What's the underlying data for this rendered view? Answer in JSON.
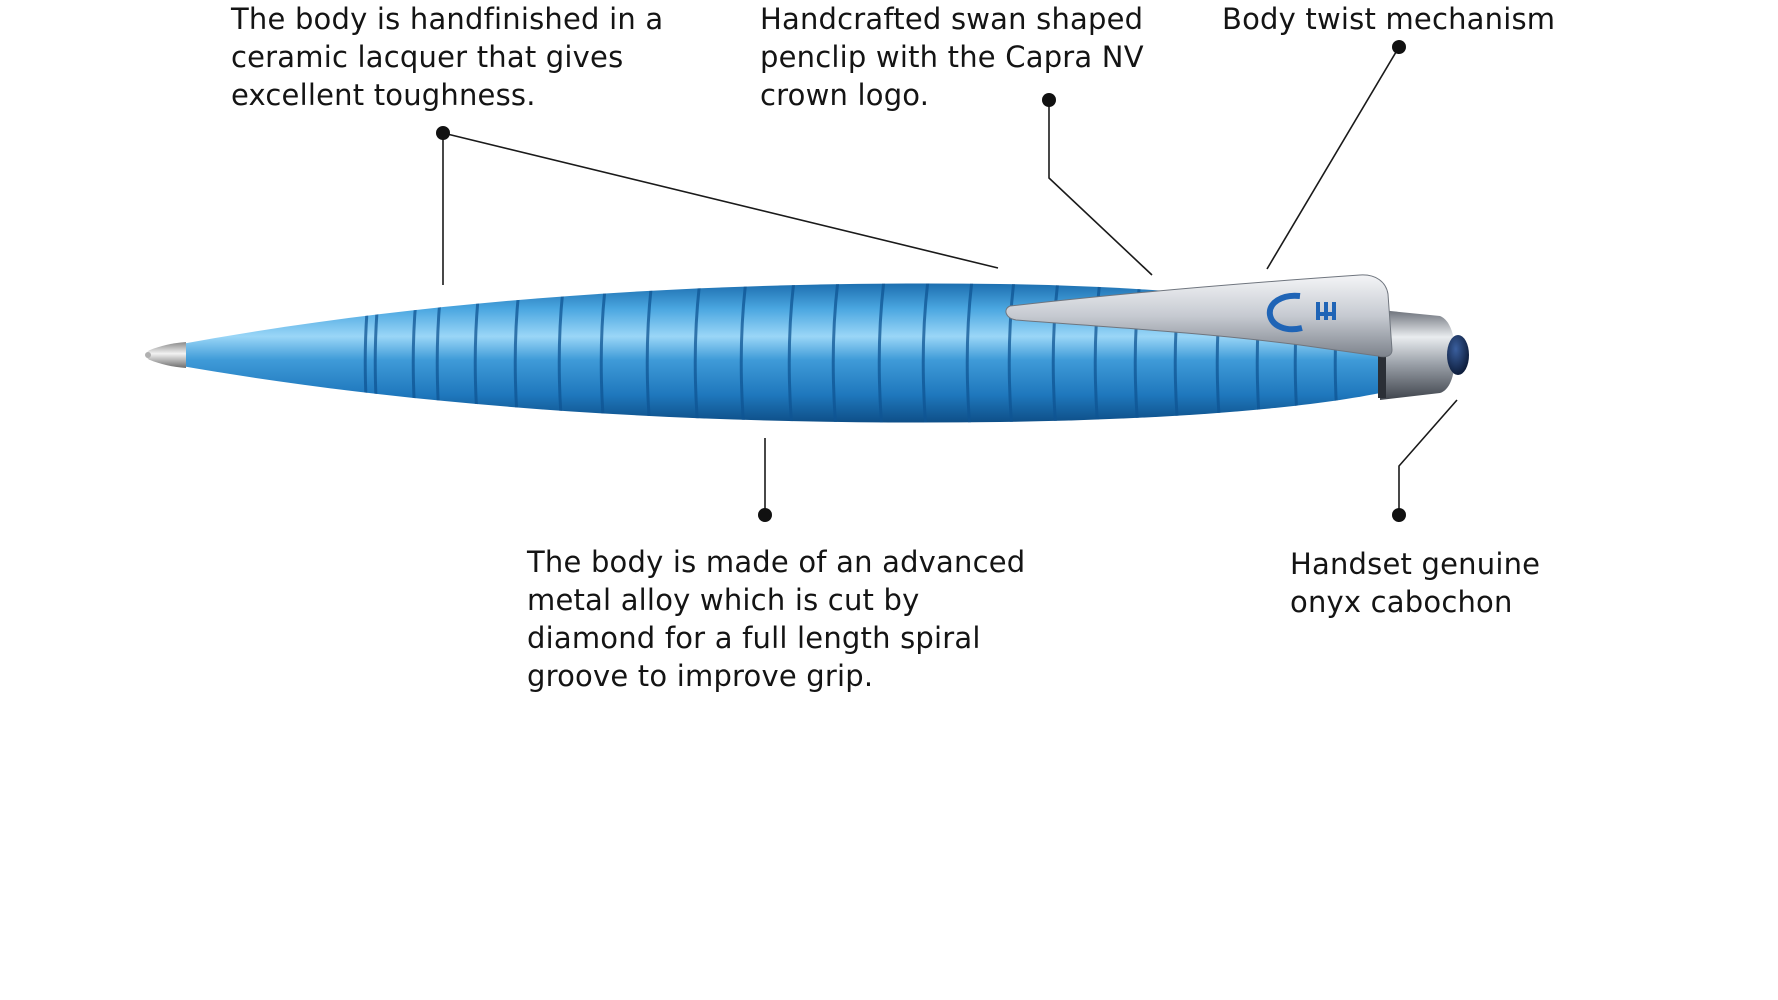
{
  "callouts": {
    "lacquer": {
      "lines": [
        "The body is handfinished in a",
        "ceramic lacquer that gives",
        "excellent toughness."
      ]
    },
    "clip": {
      "lines": [
        "Handcrafted swan shaped",
        "penclip with the Capra NV",
        "crown logo."
      ]
    },
    "twist": {
      "lines": [
        "Body twist mechanism"
      ]
    },
    "alloy": {
      "lines": [
        "The body is made of an advanced",
        "metal alloy which is cut by",
        "diamond for a full length spiral",
        "groove to improve grip."
      ]
    },
    "onyx": {
      "lines": [
        "Handset genuine",
        "onyx cabochon"
      ]
    }
  },
  "colors": {
    "pen_body": "#2f8fd0",
    "pen_highlight": "#8fd0f5",
    "pen_shadow": "#0e4f88",
    "clip": "#c8ccd2",
    "cabochon": "#11254a",
    "leader_line": "#1a1a1a",
    "text": "#141414"
  },
  "icons": {
    "clip_logo": "capra-nv-crown-logo"
  }
}
